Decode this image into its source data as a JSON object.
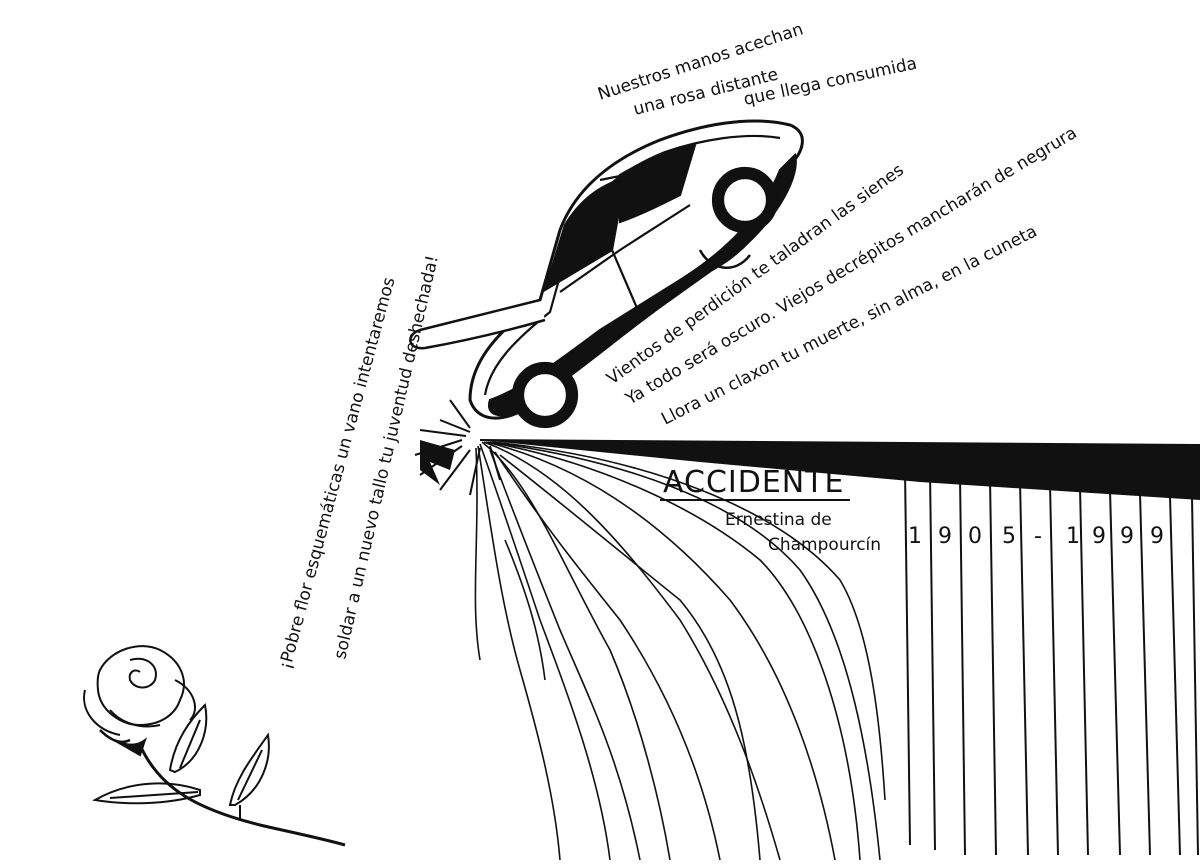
{
  "poem": {
    "top_lines": [
      "Nuestros manos acechan",
      "una rosa distante",
      "que llega consumida"
    ],
    "right_lines": [
      "Vientos de perdición te taladran las sienes",
      "Ya todo será oscuro. Viejos decrépitos mancharán de negrura",
      "Llora un claxon tu muerte, sin alma, en la cuneta"
    ],
    "left_lines": [
      "¡Pobre flor esquemáticas un vano intentaremos",
      "soldar a un nuevo tallo tu juventud deshechada!"
    ]
  },
  "title": {
    "text": "ACCIDENTE",
    "author_line1": "Ernestina de",
    "author_line2": "Champourcín"
  },
  "years": {
    "digits": [
      "1",
      "9",
      "0",
      "5",
      "-",
      "1",
      "9",
      "9",
      "9"
    ]
  },
  "colors": {
    "ink": "#111111",
    "paper": "#ffffff"
  },
  "icons": {
    "car": "car-illustration",
    "rose": "rose-illustration",
    "road": "road-illustration"
  }
}
